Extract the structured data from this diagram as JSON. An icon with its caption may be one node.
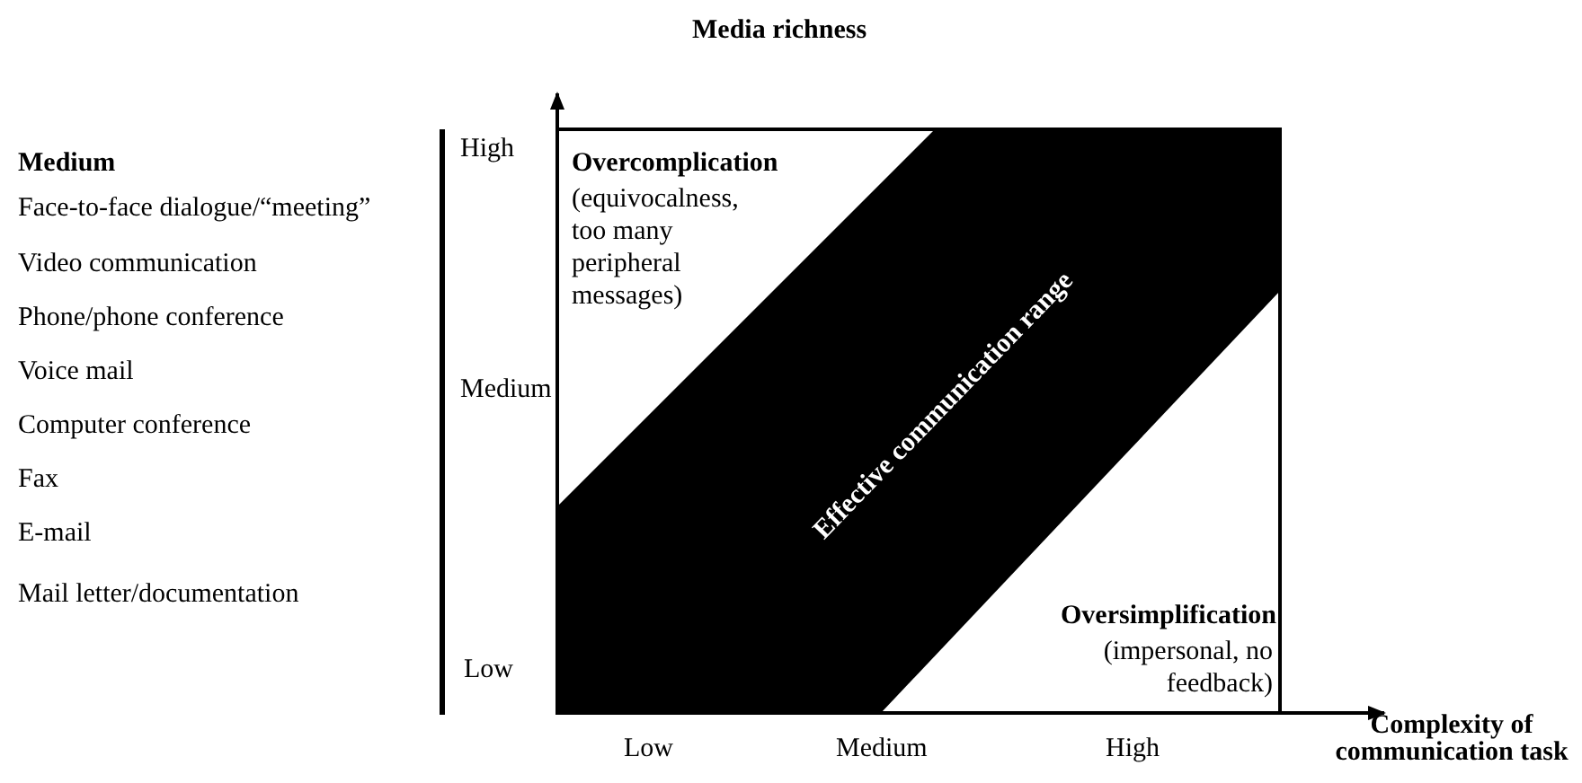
{
  "diagram": {
    "labels": [
      "Media richness",
      "Medium",
      "High",
      "Face-to-face dialogue/“meeting”",
      "Overcomplication",
      "(equivocalness, too many peripheral messages)",
      "Video communication",
      "Effective communication range",
      "Phone/phone conference",
      "Voice mail",
      "Medium",
      "Computer conference",
      "Fax",
      "E-mail",
      "Oversimplification",
      "(impersonal, no feedback)",
      "Mail letter/documentation",
      "Low",
      "Low",
      "Medium",
      "High",
      "Complexity of communication task"
    ]
  }
}
